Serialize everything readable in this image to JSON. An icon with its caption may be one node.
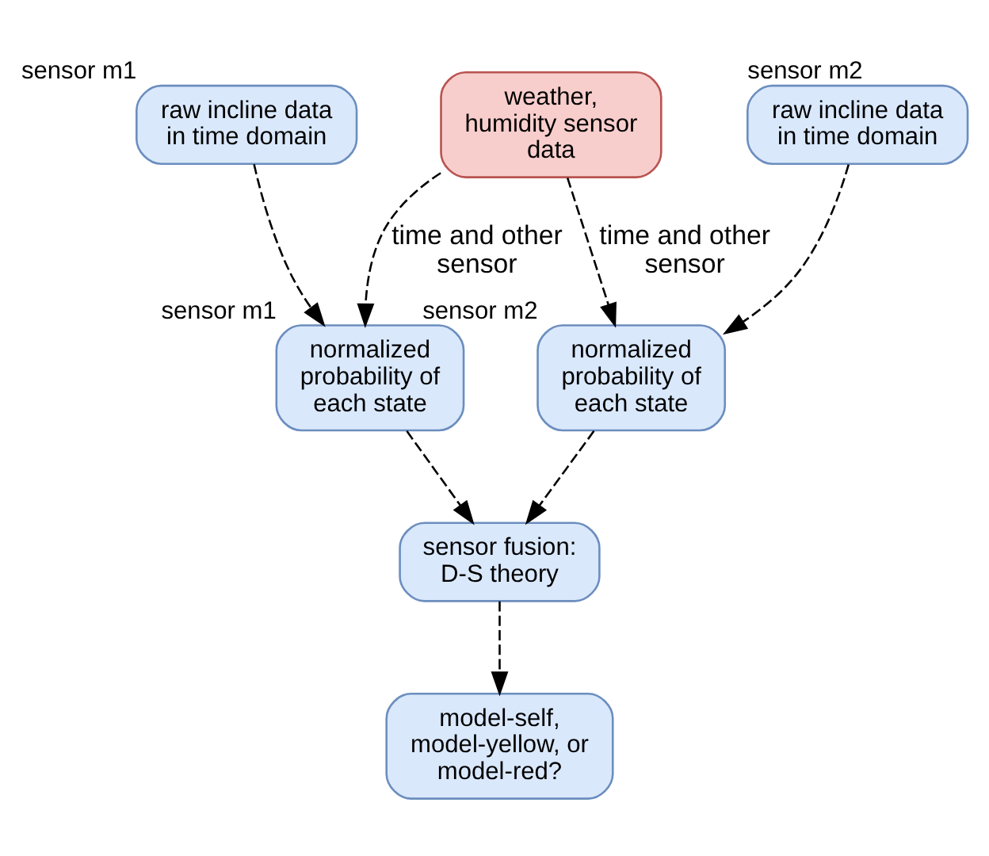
{
  "diagram": {
    "nodes": [
      {
        "text": [
          "raw incline data in time domain"
        ],
        "beside": [
          "sensor m1"
        ]
      },
      {
        "text": [
          "weather, humidity sensor data"
        ]
      },
      {
        "text": [
          "raw incline data in time domain"
        ],
        "beside": [
          "sensor m2"
        ]
      },
      {
        "text": [
          "normalized probability of each state"
        ],
        "beside": [
          "sensor m1"
        ]
      },
      {
        "text": [
          "normalized probability of each state"
        ],
        "beside": [
          "sensor m2"
        ]
      },
      {
        "text": [
          "sensor fusion: D-S theory"
        ]
      },
      {
        "text": [
          "model-self, model-yellow, or model-red?"
        ]
      }
    ],
    "edges": [
      {
        "from": 0,
        "to": 3,
        "arrow": "to",
        "style": "dashed"
      },
      {
        "from": 1,
        "to": 3,
        "arrow": "to",
        "style": "dashed",
        "label": "time and other sensor"
      },
      {
        "from": 1,
        "to": 4,
        "arrow": "to",
        "style": "dashed",
        "label": "time and other sensor"
      },
      {
        "from": 2,
        "to": 4,
        "arrow": "to",
        "style": "dashed"
      },
      {
        "from": 3,
        "to": 5,
        "arrow": "to",
        "style": "dashed"
      },
      {
        "from": 4,
        "to": 5,
        "arrow": "to",
        "style": "dashed"
      },
      {
        "from": 5,
        "to": 6,
        "arrow": "to",
        "style": "dashed"
      }
    ]
  }
}
